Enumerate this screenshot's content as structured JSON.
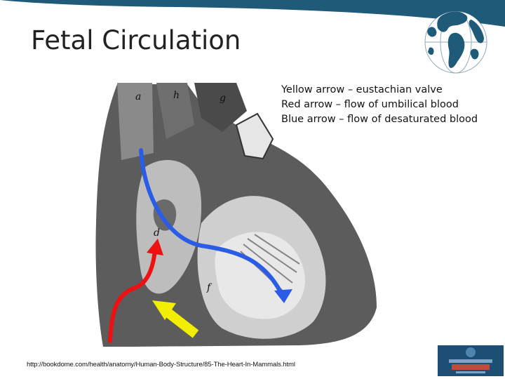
{
  "slide": {
    "title": "Fetal Circulation",
    "legend": [
      "Yellow arrow – eustachian valve",
      "Red arrow – flow of umbilical blood",
      "Blue arrow – flow of desaturated blood"
    ],
    "source_url": "http://bookdome.com/health/anatomy/Human-Body-Structure/85-The-Heart-In-Mammals.html"
  },
  "figure": {
    "letter_labels": [
      "a",
      "h",
      "g",
      "d",
      "f"
    ]
  },
  "colors": {
    "band": "#1f5a78",
    "yellow_arrow": "#f2ee00",
    "red_arrow": "#ee1111",
    "blue_arrow": "#2a5ce6"
  },
  "icons": [
    "globe-icon",
    "organization-logo"
  ]
}
